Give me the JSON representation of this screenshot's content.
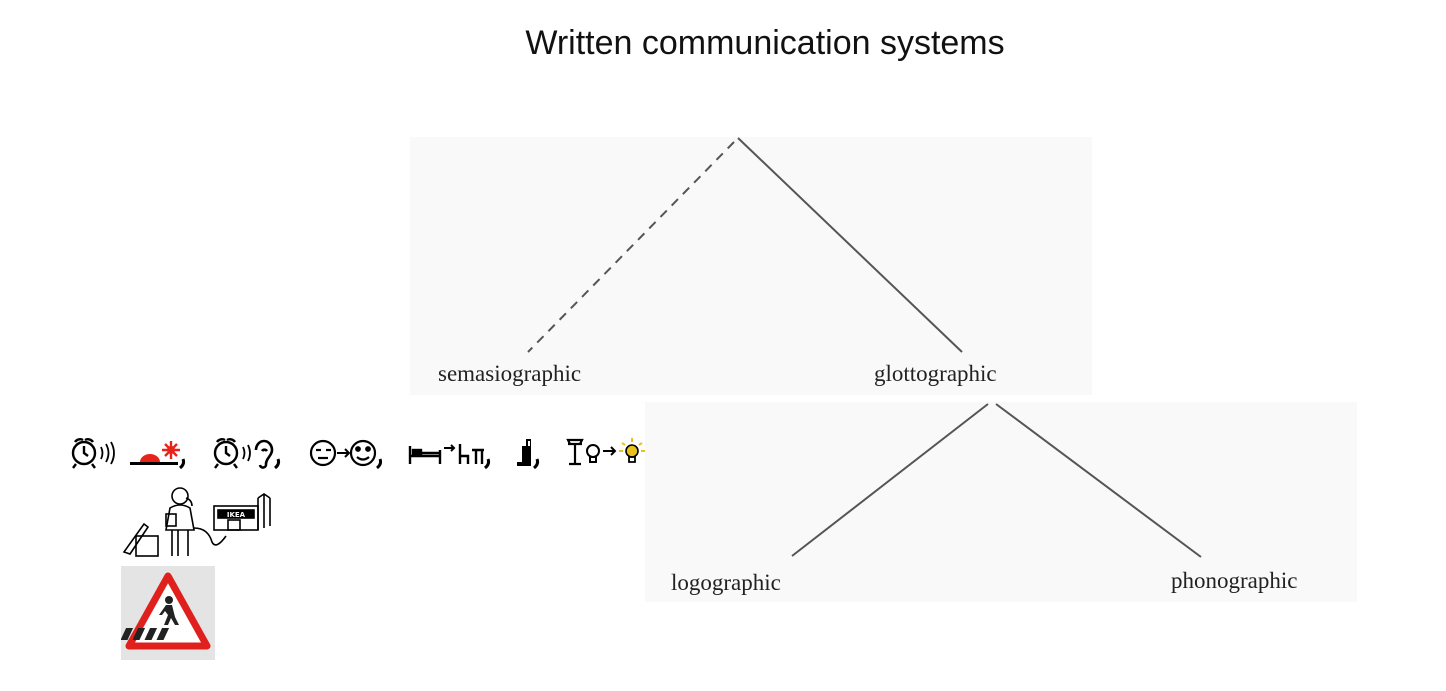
{
  "title": "Written communication systems",
  "tree": {
    "root_children": [
      {
        "label": "semasiographic",
        "link": "dashed"
      },
      {
        "label": "glottographic",
        "link": "solid"
      }
    ],
    "glottographic_children": [
      {
        "label": "logographic",
        "link": "solid"
      },
      {
        "label": "phonographic",
        "link": "solid"
      }
    ]
  },
  "examples": {
    "ikea_sign_text": "IKEA",
    "icons": [
      "alarm-clock-icon",
      "sunrise-icon",
      "ear-icon",
      "sleepy-face-icon",
      "awake-face-icon",
      "bed-icon",
      "desk-chair-icon",
      "toothbrush-icon",
      "lamp-icon",
      "lightbulb-icon",
      "pedestrian-crossing-sign-icon"
    ]
  },
  "colors": {
    "line": "#555555",
    "sign_red": "#e0201c",
    "sun_red": "#e8231a",
    "bulb_yellow": "#e8c21a"
  }
}
